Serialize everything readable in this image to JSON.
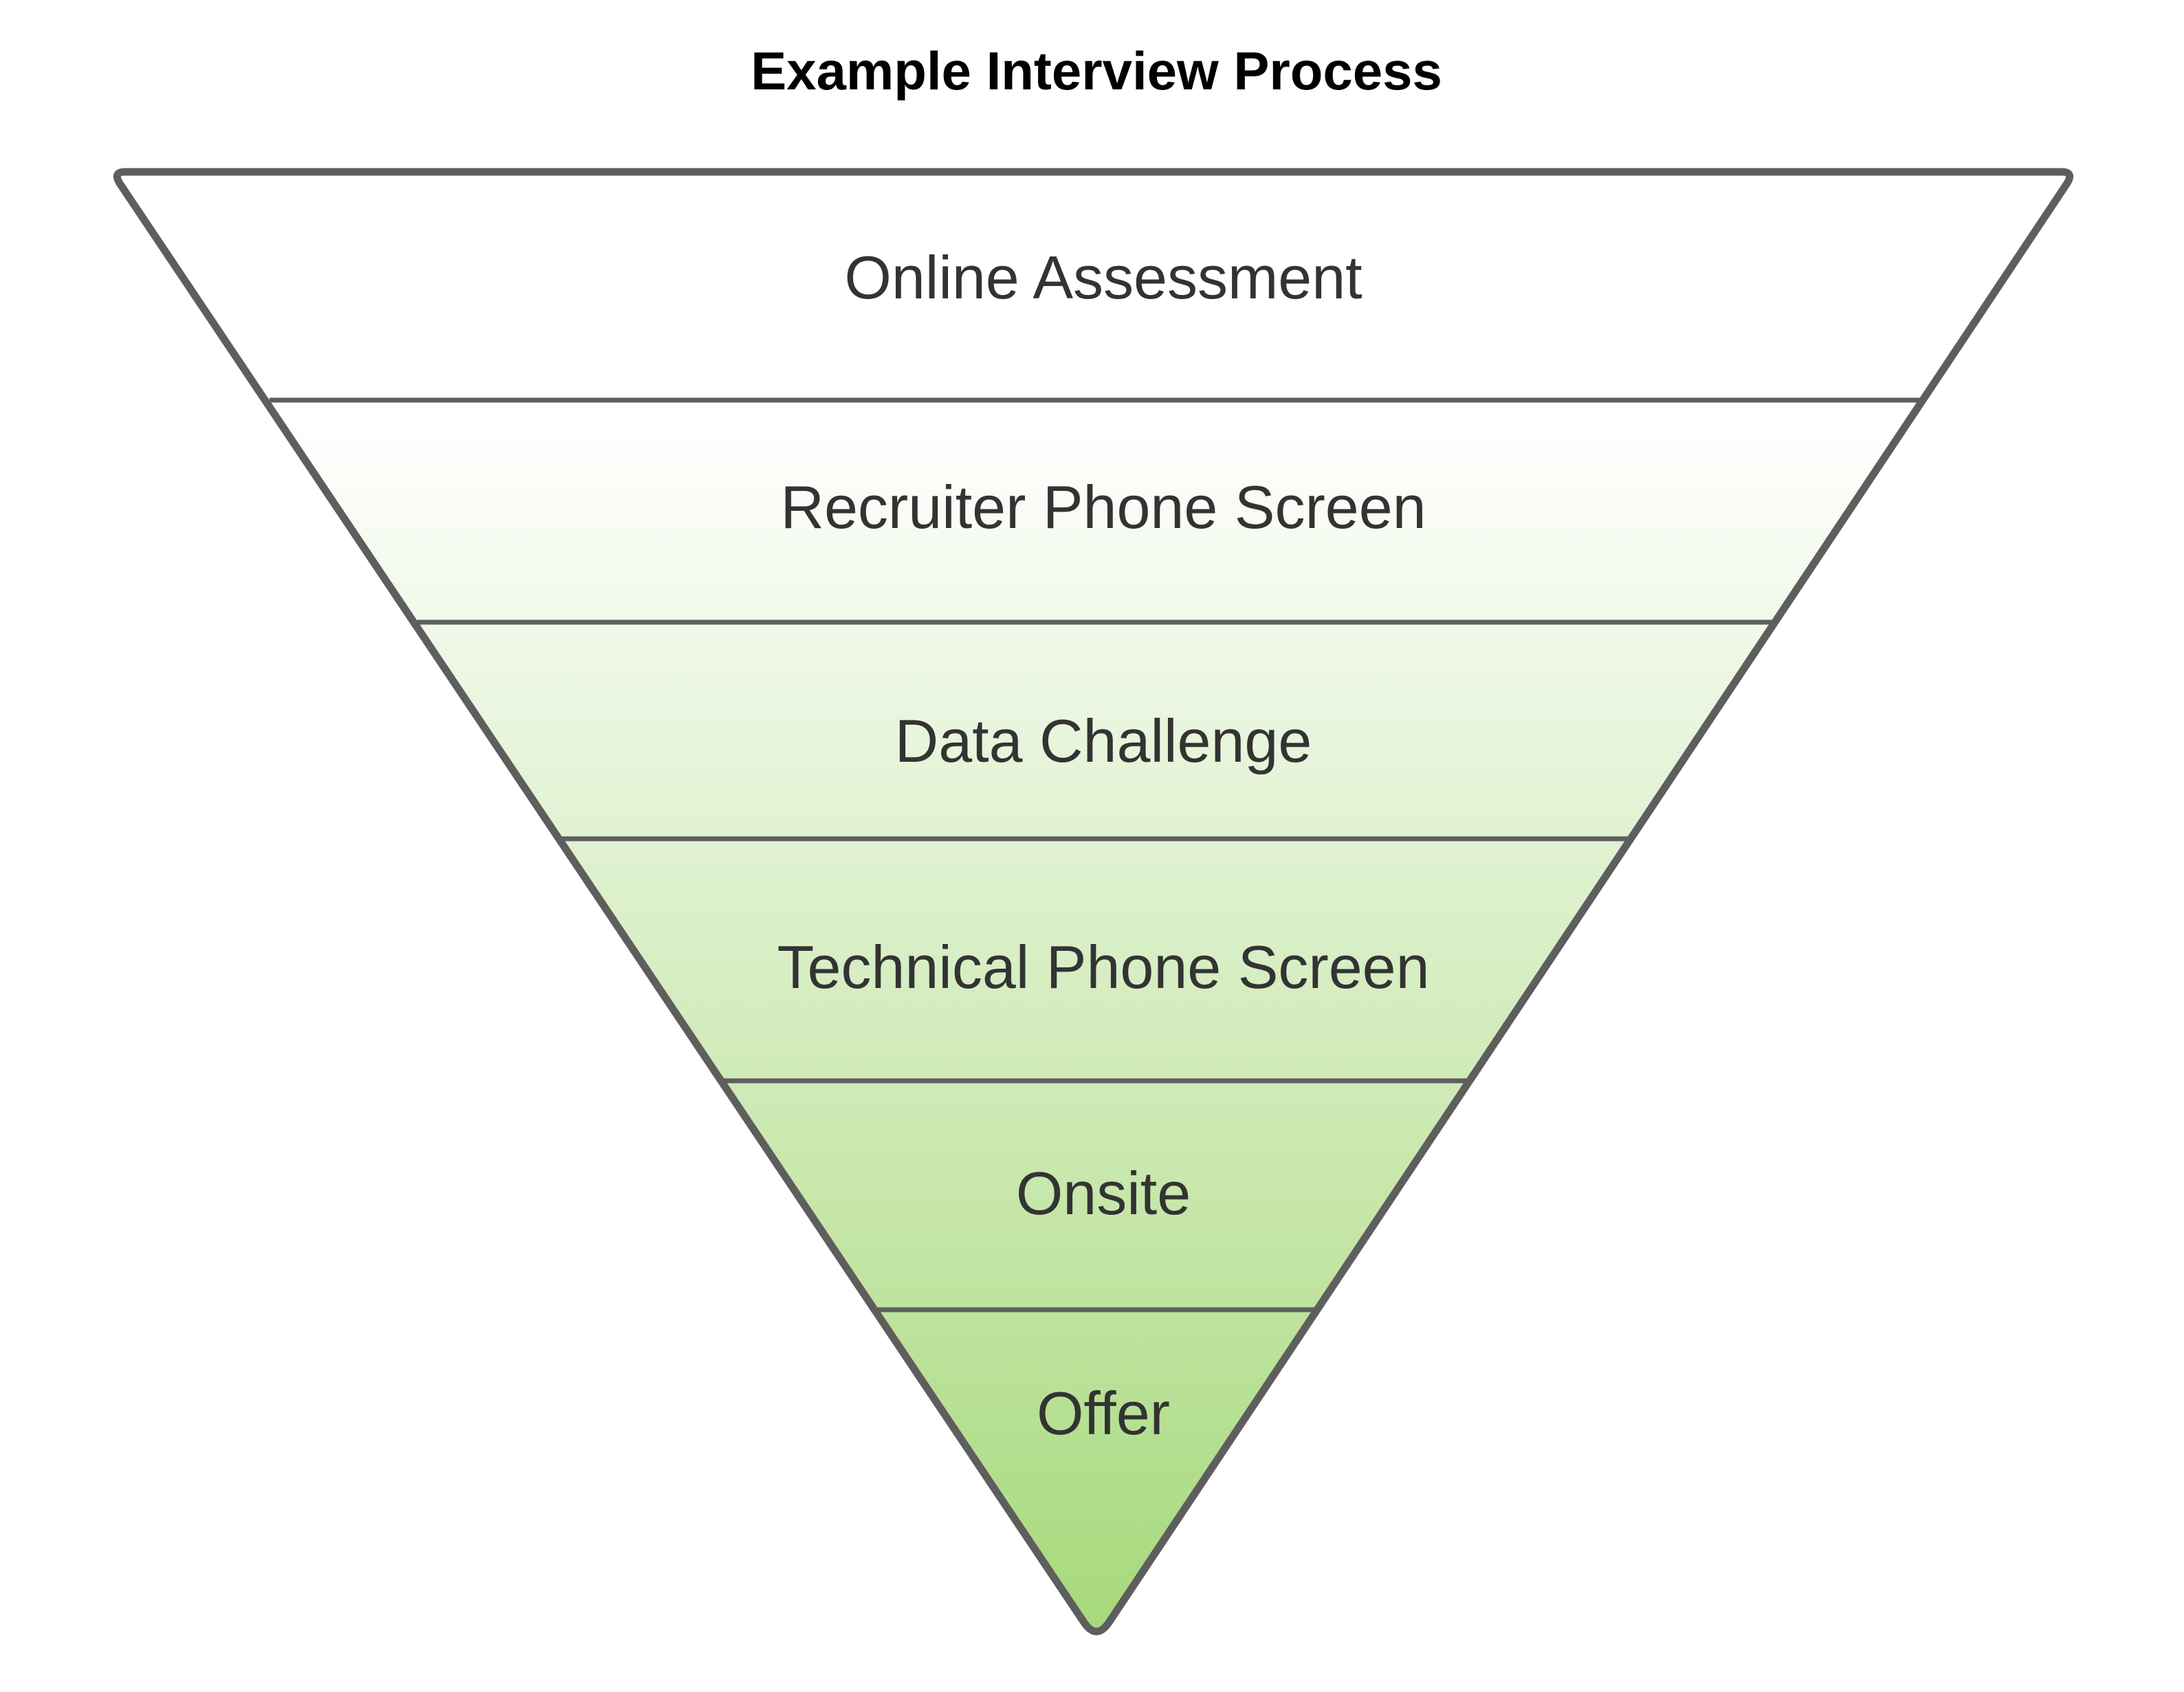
{
  "diagram": {
    "title": "Example Interview Process",
    "stages": [
      "Online Assessment",
      "Recruiter Phone Screen",
      "Data Challenge",
      "Technical Phone Screen",
      "Onsite",
      "Offer"
    ],
    "colors": {
      "outline": "#5e5e5e",
      "label_text": "#333333",
      "title_text": "#000000",
      "gradient_top": "#ffffff",
      "gradient_bottom": "#a6d97a"
    }
  }
}
